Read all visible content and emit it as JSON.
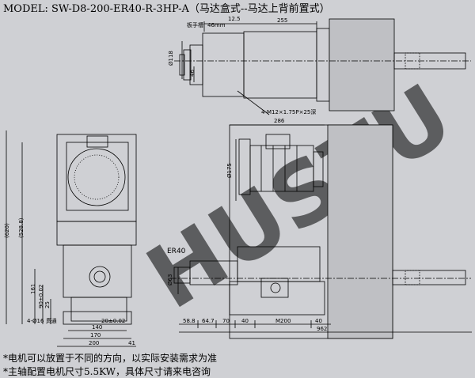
{
  "title": "MODEL: SW-D8-200-ER40-R-3HP-A（马达盒式--马达上背前置式）",
  "notes": [
    "*电机可以放置于不同的方向，以实际安装需求为准",
    "*主轴配置电机尺寸5.5KW，具体尺寸请来电咨询"
  ],
  "watermark": "HUSTU",
  "labels": {
    "wrench": "板手槽",
    "w46": "46mm",
    "thread": "4-M12×1.75P×25深",
    "er": "ER40",
    "holes": "4-Ø16 贯通"
  },
  "dims": {
    "top_12_5": "12.5",
    "top_255": "255",
    "top_phi118": "Ø118",
    "top_46": "46",
    "mid_286": "286",
    "phi175": "Ø175",
    "phi63": "Ø63",
    "left_620": "(620)",
    "left_528": "(528.8)",
    "h161": "161",
    "h90": "90±0.02",
    "h25": "25",
    "w20": "20±0.02",
    "w140": "140",
    "w170": "170",
    "w200": "200",
    "w41": "41",
    "b58_8": "58.8",
    "b64_7": "64.7",
    "b70": "70",
    "b40a": "40",
    "bM200": "M200",
    "b40b": "40",
    "b962": "962"
  },
  "colors": {
    "background": "#cfd0d4",
    "line": "#000000",
    "watermark": "#e9e4d8"
  }
}
